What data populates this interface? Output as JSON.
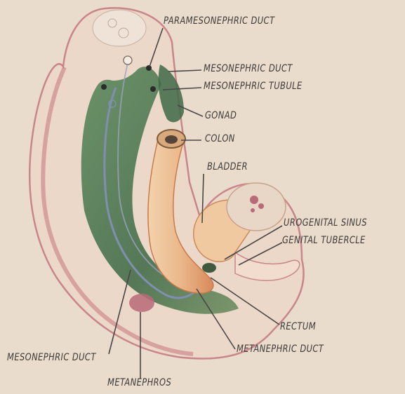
{
  "labels": {
    "paramesonephric_duct": "PARAMESONEPHRIC DUCT",
    "mesonephric_duct_top": "MESONEPHRIC DUCT",
    "mesonephric_tubule": "MESONEPHRIC TUBULE",
    "gonad": "GONAD",
    "colon": "COLON",
    "bladder": "BLADDER",
    "urogenital_sinus": "UROGENITAL SINUS",
    "genital_tubercle": "GENITAL TUBERCLE",
    "rectum": "RECTUM",
    "metanephric_duct": "METANEPHRIC DUCT",
    "mesonephric_duct_bottom": "MESONEPHRIC DUCT",
    "metanephros": "METANEPHROS"
  },
  "colors": {
    "paper": "#eadccd",
    "embryo_outline": "#c9868a",
    "mesonephric_ridge": "#4e7a55",
    "gut": "#e2a97a",
    "duct": "#7f8fb0",
    "metanephros": "#b86a78",
    "leader_line": "#4a4646"
  }
}
